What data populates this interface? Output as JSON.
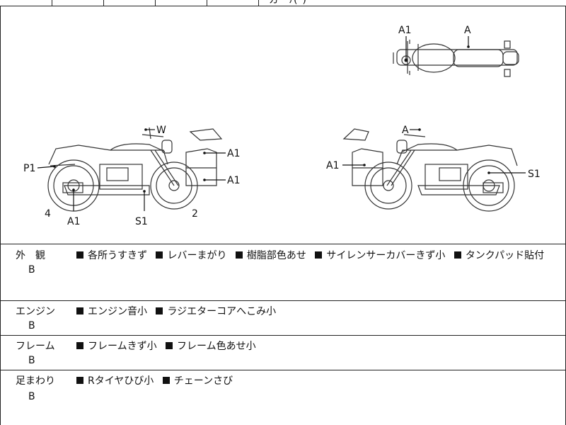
{
  "top_fragment": "ガ・ﾅ(･)",
  "diagram": {
    "top_view": {
      "labels": [
        "A1",
        "A"
      ]
    },
    "left_view": {
      "labels": [
        "W",
        "A1",
        "A1",
        "P1",
        "4",
        "A1",
        "S1",
        "2"
      ]
    },
    "right_view": {
      "labels": [
        "A",
        "A1",
        "S1"
      ]
    }
  },
  "condition_rows": [
    {
      "category": "外　観",
      "grade": "B",
      "items": [
        "各所うすきず",
        "レバーまがり",
        "樹脂部色あせ",
        "サイレンサーカバーきず小",
        "タンクパッド貼付"
      ]
    },
    {
      "category": "エンジン",
      "grade": "B",
      "items": [
        "エンジン音小",
        "ラジエターコアへこみ小"
      ]
    },
    {
      "category": "フレーム",
      "grade": "B",
      "items": [
        "フレームきず小",
        "フレーム色あせ小"
      ]
    },
    {
      "category": "足まわり",
      "grade": "B",
      "items": [
        "Rタイヤひび小",
        "チェーンさび"
      ]
    }
  ]
}
